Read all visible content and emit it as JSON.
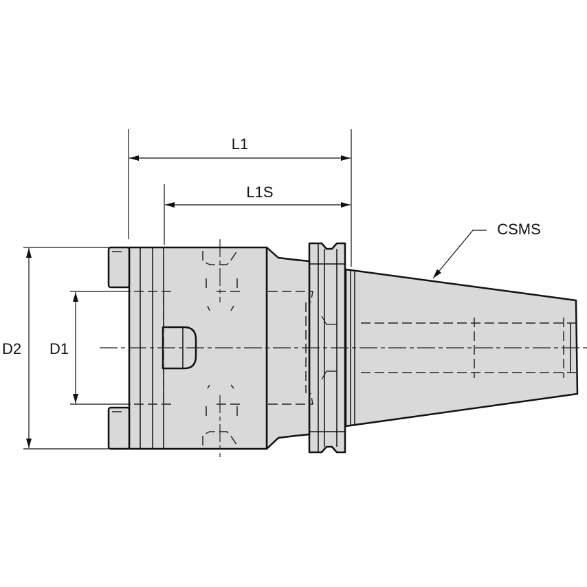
{
  "labels": {
    "l1": "L1",
    "l1s": "L1S",
    "d1": "D1",
    "d2": "D2",
    "csms": "CSMS"
  },
  "colors": {
    "part_fill": "#d9d9d9",
    "line": "#111111"
  }
}
